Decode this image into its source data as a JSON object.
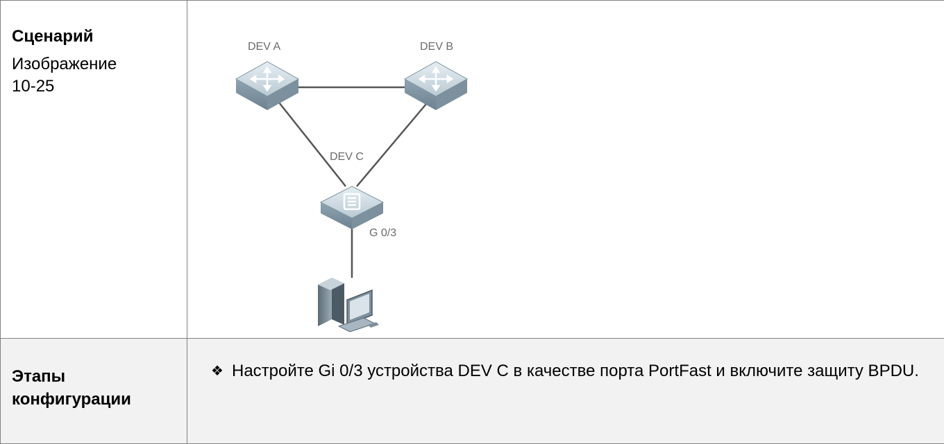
{
  "scenario": {
    "label": "Сценарий",
    "figure_caption": "Изображение\n10-25"
  },
  "diagram": {
    "devices": {
      "dev_a": "DEV A",
      "dev_b": "DEV B",
      "dev_c": "DEV C"
    },
    "port_label": "G 0/3",
    "icons": [
      "router-icon",
      "router-icon",
      "switch-icon",
      "pc-icon"
    ]
  },
  "steps": {
    "label_line1": "Этапы",
    "label_line2": "конфигурации",
    "bullet_glyph": "❖",
    "items": [
      "Настройте Gi 0/3 устройства DEV C в качестве порта PortFast и включите защиту BPDU."
    ]
  }
}
